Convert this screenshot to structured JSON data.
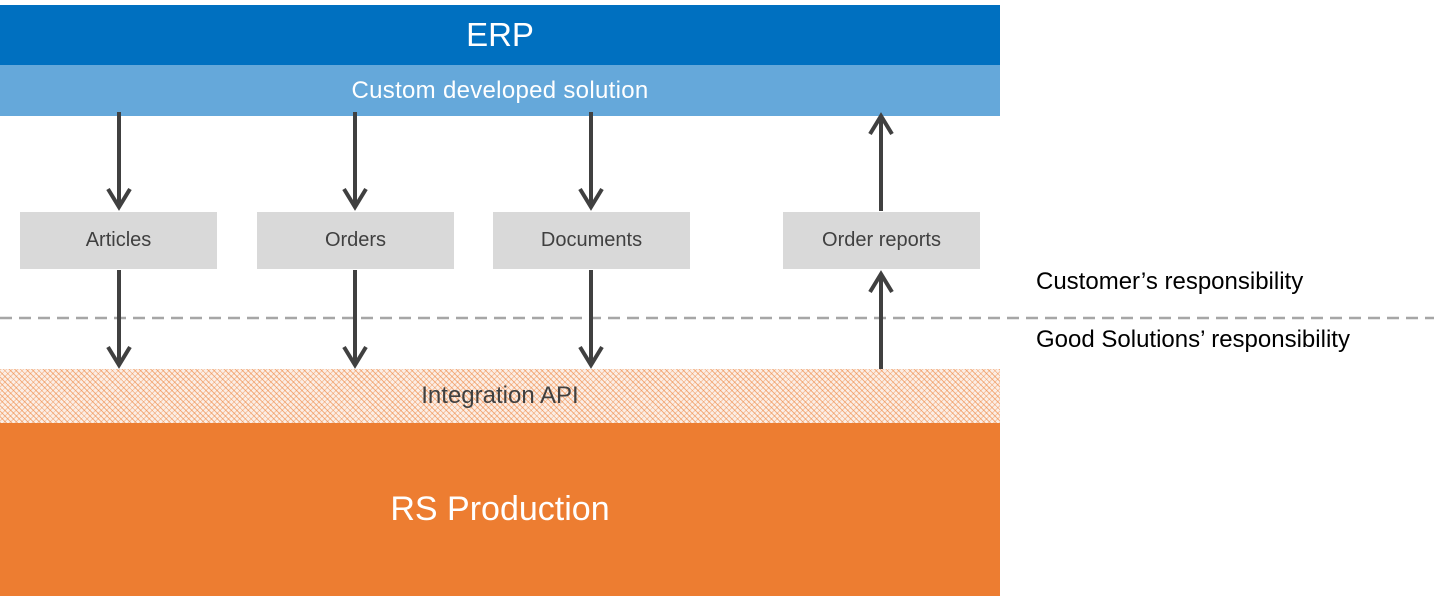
{
  "erp": {
    "label": "ERP"
  },
  "custom_solution": {
    "label": "Custom developed solution"
  },
  "flows": {
    "articles": "Articles",
    "orders": "Orders",
    "documents": "Documents",
    "order_reports": "Order reports"
  },
  "integration_api": {
    "label": "Integration API"
  },
  "rs_production": {
    "label": "RS Production"
  },
  "responsibility": {
    "customer": "Customer’s responsibility",
    "good_solutions": "Good Solutions’ responsibility"
  },
  "colors": {
    "erp": "#0070c0",
    "custom": "#65a8da",
    "box": "#d9d9d9",
    "orange": "#ed7d31",
    "arrow": "#404040",
    "divider": "#a6a6a6"
  }
}
